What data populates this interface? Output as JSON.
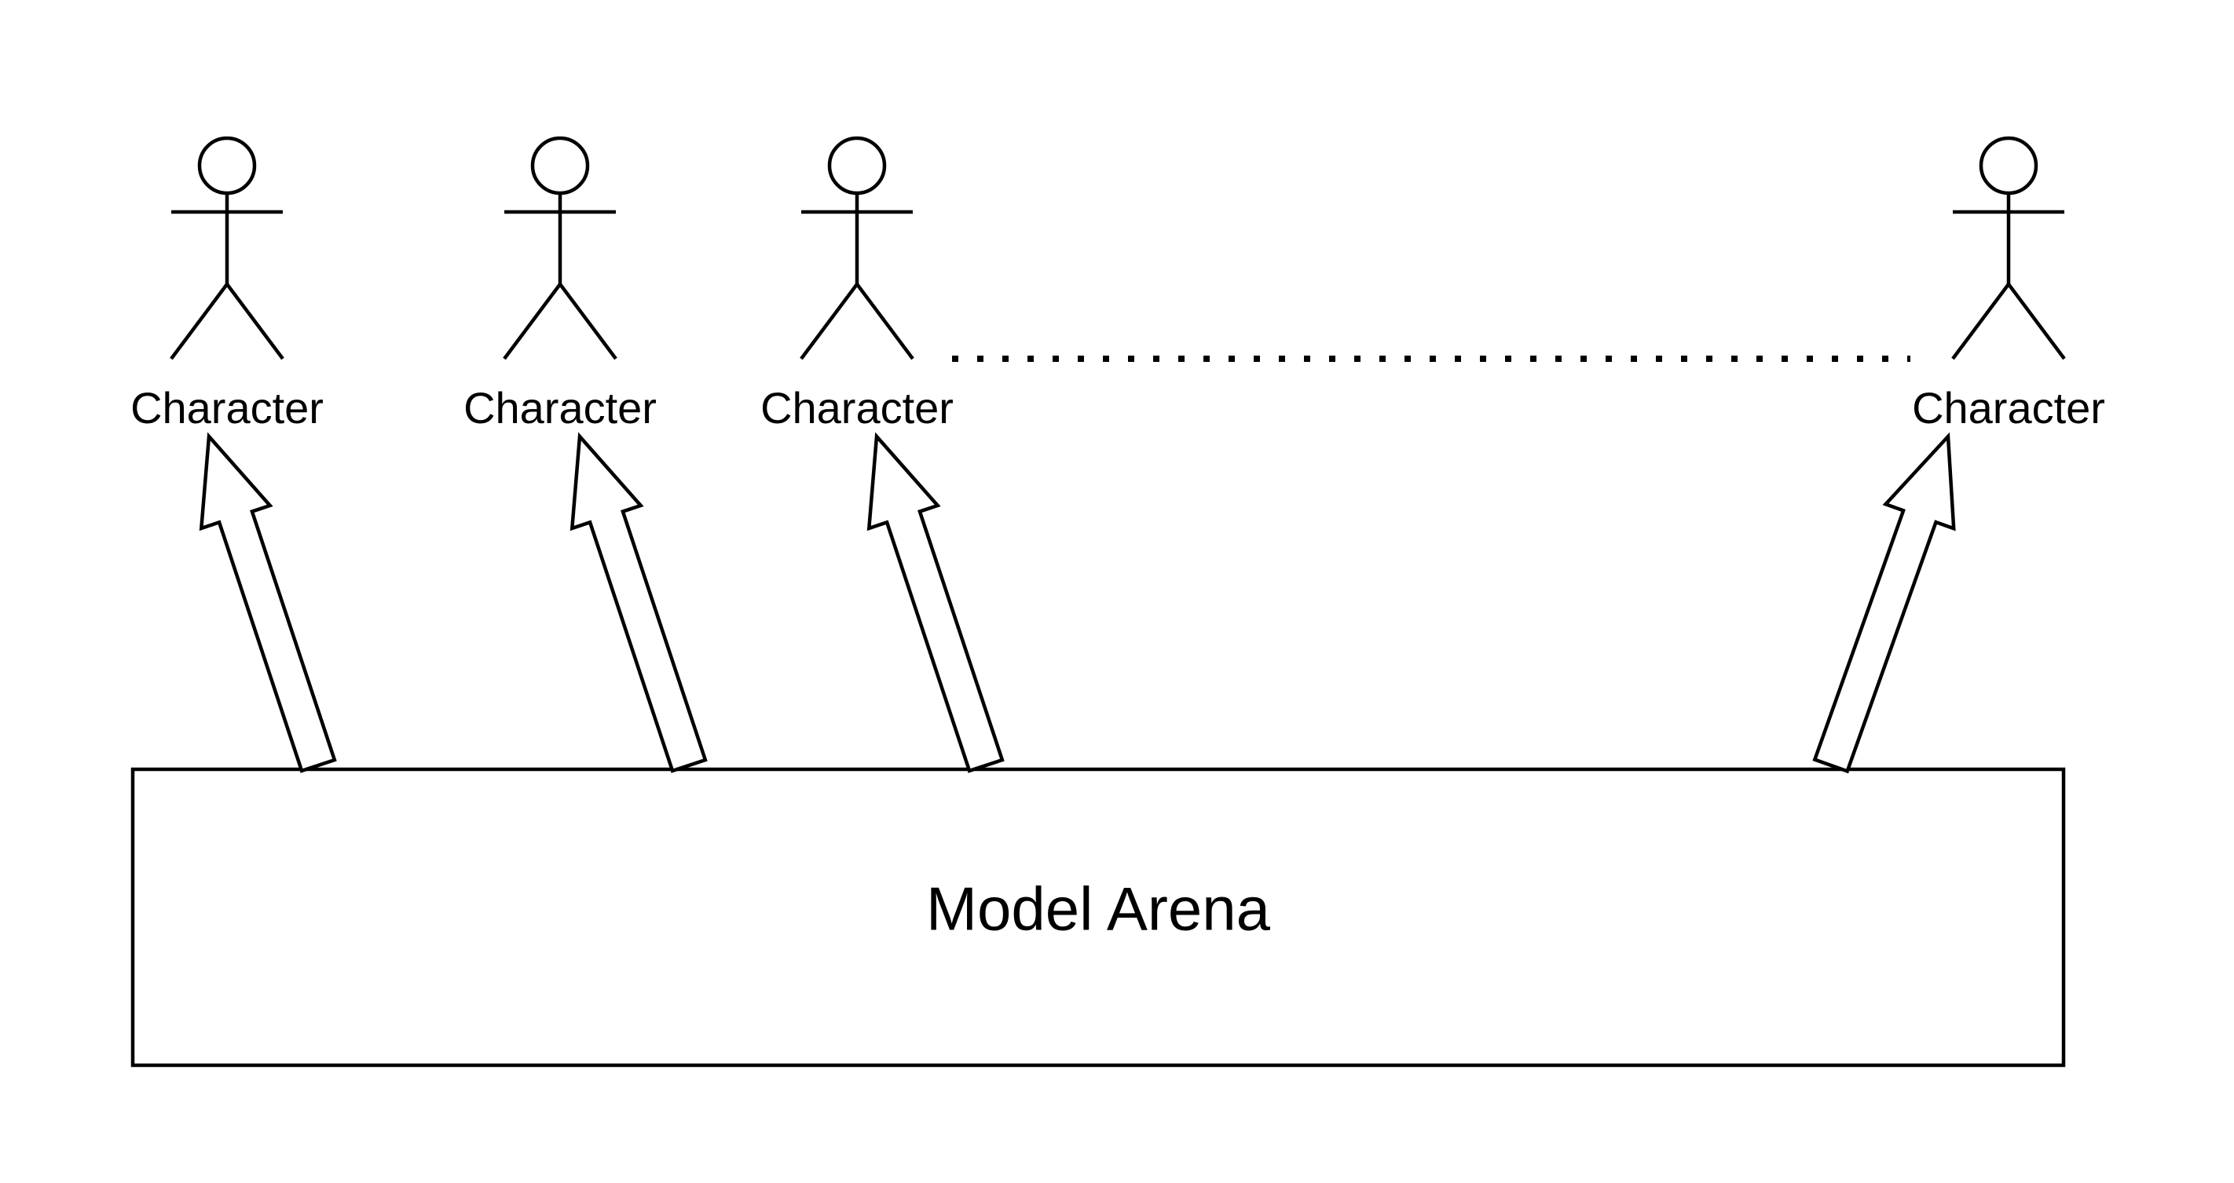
{
  "diagram": {
    "actors": [
      {
        "label": "Character"
      },
      {
        "label": "Character"
      },
      {
        "label": "Character"
      },
      {
        "label": "Character"
      }
    ],
    "arena": {
      "label": "Model Arena"
    }
  }
}
